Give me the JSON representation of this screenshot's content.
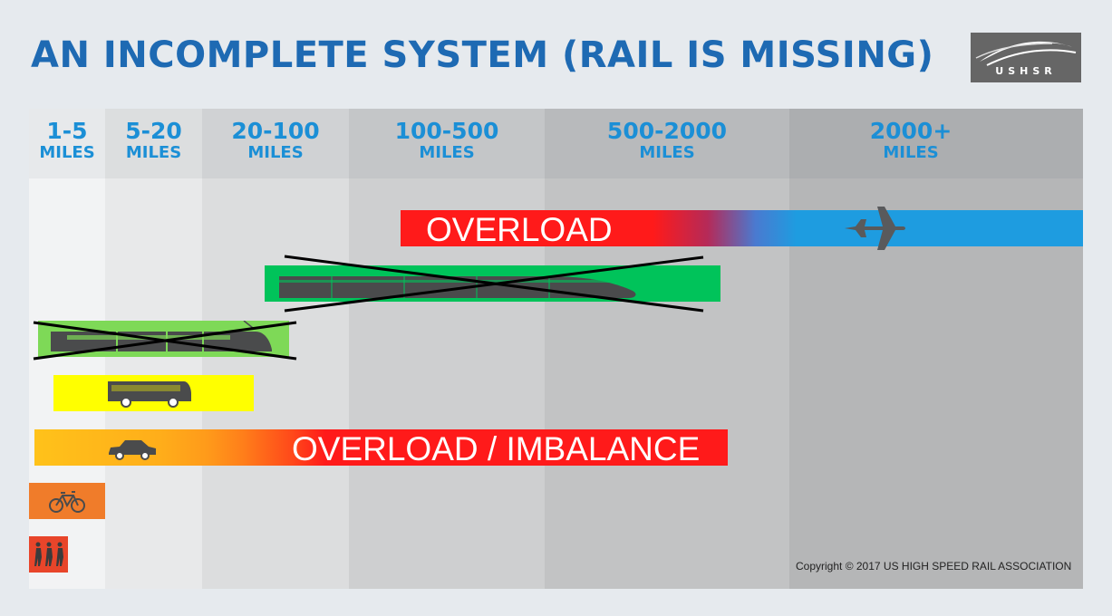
{
  "title": "AN  INCOMPLETE  SYSTEM  (RAIL IS MISSING)",
  "logo": {
    "text": "USHSR",
    "bg": "#666666"
  },
  "copyright": "Copyright © 2017 US HIGH SPEED RAIL ASSOCIATION",
  "colors": {
    "title": "#1e6ab3",
    "column_label": "#1b8fd6",
    "air_blue": "#1e9ce0",
    "overload_red": "#ff1a1a",
    "hsr_green": "#00c35a",
    "commuter_green": "#7ed957",
    "bus_yellow": "#ffff00",
    "car_orange": "#ff7f1a",
    "bike_orange": "#f07c2a",
    "walk_red": "#e8452a"
  },
  "chart_data": {
    "type": "bar",
    "x_axis": "distance",
    "columns": [
      {
        "range": "1-5",
        "unit": "MILES",
        "bg": "#f2f3f4",
        "head_bg": "#e7e9eb"
      },
      {
        "range": "5-20",
        "unit": "MILES",
        "bg": "#e8e9ea",
        "head_bg": "#dcdedf"
      },
      {
        "range": "20-100",
        "unit": "MILES",
        "bg": "#dcddde",
        "head_bg": "#d0d2d4"
      },
      {
        "range": "100-500",
        "unit": "MILES",
        "bg": "#cecfd0",
        "head_bg": "#c4c6c8"
      },
      {
        "range": "500-2000",
        "unit": "MILES",
        "bg": "#c2c3c4",
        "head_bg": "#b8babc"
      },
      {
        "range": "2000+",
        "unit": "MILES",
        "bg": "#b5b6b7",
        "head_bg": "#acaeb0"
      }
    ],
    "modes": [
      {
        "mode": "air",
        "icon": "airplane-icon",
        "from_col": 3.27,
        "to_col": 6,
        "label": "OVERLOAD",
        "crossed": false
      },
      {
        "mode": "high-speed-rail",
        "icon": "high-speed-train-icon",
        "from_col": 2.34,
        "to_col": 4.9,
        "label": "",
        "crossed": true
      },
      {
        "mode": "commuter-rail",
        "icon": "commuter-train-icon",
        "from_col": 0.12,
        "to_col": 2.58,
        "label": "",
        "crossed": true
      },
      {
        "mode": "bus",
        "icon": "bus-icon",
        "from_col": 0.27,
        "to_col": 2.34,
        "label": "",
        "crossed": false
      },
      {
        "mode": "car",
        "icon": "car-icon",
        "from_col": 0.06,
        "to_col": 4.92,
        "label": "OVERLOAD / IMBALANCE",
        "crossed": false
      },
      {
        "mode": "bicycle",
        "icon": "bicycle-icon",
        "from_col": 0,
        "to_col": 1,
        "label": "",
        "crossed": false
      },
      {
        "mode": "walking",
        "icon": "walking-people-icon",
        "from_col": 0,
        "to_col": 0.5,
        "label": "",
        "crossed": false
      }
    ]
  }
}
